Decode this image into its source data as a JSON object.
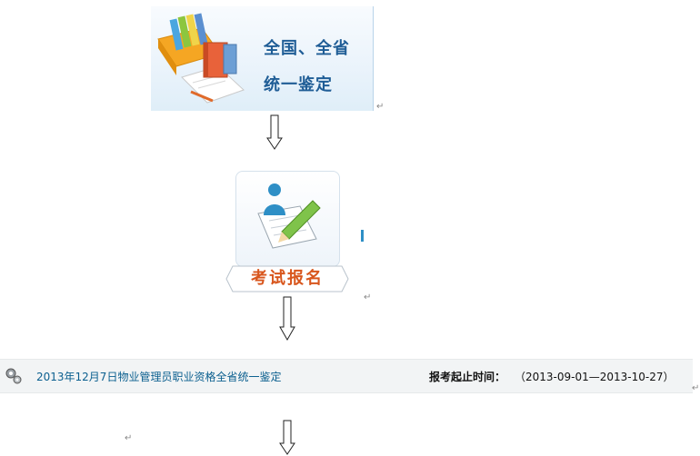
{
  "banner": {
    "line1": "全国、全省",
    "line2": "统一鉴定"
  },
  "registration": {
    "label": "考试报名"
  },
  "exam_row": {
    "link_text": "2013年12月7日物业管理员职业资格全省统一鉴定",
    "period_label": "报考起止时间：",
    "period_value": "（2013-09-01—2013-10-27）"
  },
  "icons": [
    "books-icon",
    "down-arrow-icon",
    "exam-registration-icon",
    "gear-icon"
  ]
}
